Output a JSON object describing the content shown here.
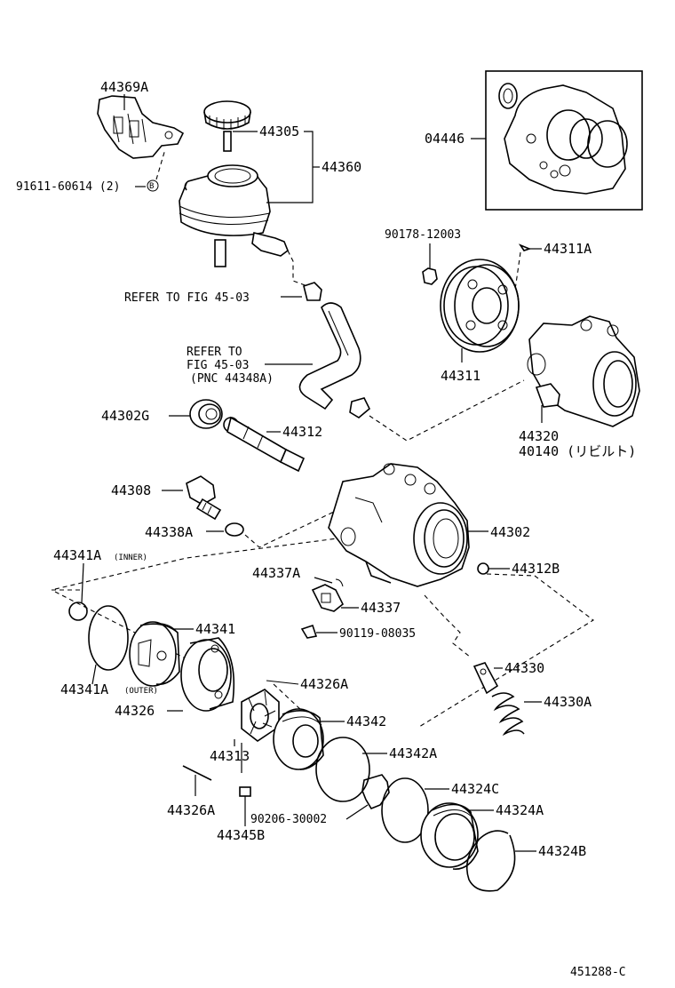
{
  "labels": {
    "p44369A": "44369A",
    "p91611": "91611-60614 (2)",
    "p44305": "44305",
    "p44360": "44360",
    "p04446": "04446",
    "p90178": "90178-12003",
    "p44311A": "44311A",
    "refer1": "REFER TO FIG 45-03",
    "refer2_l1": "REFER TO",
    "refer2_l2": "FIG 45-03",
    "refer2_l3": "(PNC 44348A)",
    "p44311": "44311",
    "p44302G": "44302G",
    "p44312": "44312",
    "p44320": "44320",
    "p40140": "40140 (リビルト)",
    "p44308": "44308",
    "p44338A": "44338A",
    "p44302": "44302",
    "p44341A_inner": "44341A",
    "inner_tag": "(INNER)",
    "p44337A": "44337A",
    "p44312B": "44312B",
    "p44337": "44337",
    "p44341": "44341",
    "p90119": "90119-08035",
    "p44330": "44330",
    "p44341A_outer": "44341A",
    "outer_tag": "(OUTER)",
    "p44326A_r": "44326A",
    "p44330A": "44330A",
    "p44326": "44326",
    "p44342": "44342",
    "p44313": "44313",
    "p44342A": "44342A",
    "p44324C": "44324C",
    "p44326A_l": "44326A",
    "p90206": "90206-30002",
    "p44324A": "44324A",
    "p44345B": "44345B",
    "p44324B": "44324B",
    "fig_code": "451288-C",
    "bolt_mark": "B"
  }
}
